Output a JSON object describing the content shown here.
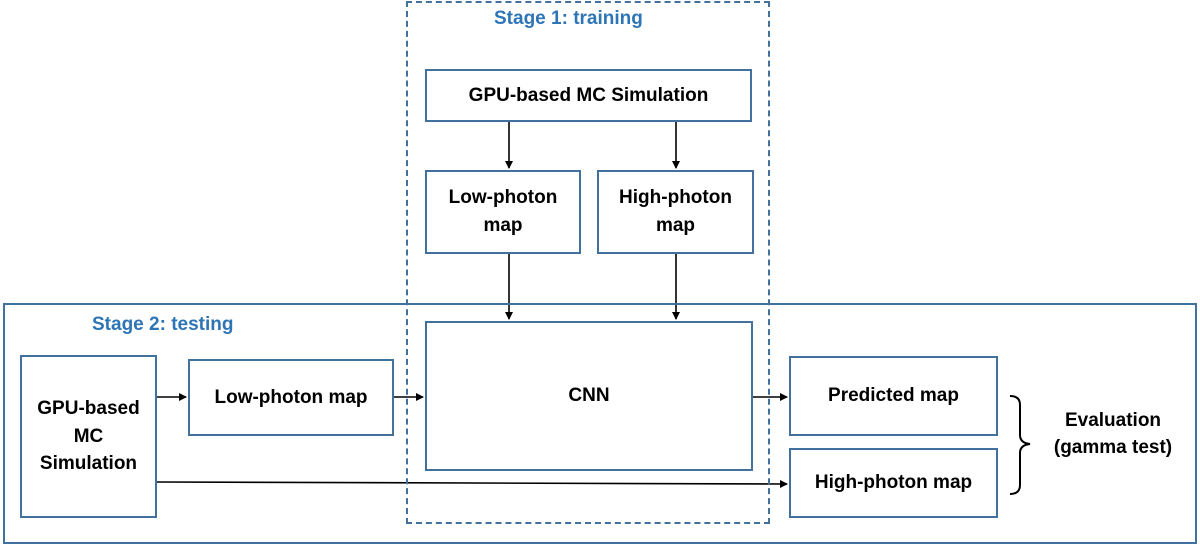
{
  "stages": {
    "training_label": "Stage 1: training",
    "testing_label": "Stage 2: testing"
  },
  "nodes": {
    "gpu_sim_training": "GPU-based MC Simulation",
    "low_photon_training": "Low-photon\nmap",
    "high_photon_training": "High-photon\nmap",
    "cnn": "CNN",
    "gpu_sim_testing": "GPU-based\nMC\nSimulation",
    "low_photon_testing": "Low-photon map",
    "predicted": "Predicted map",
    "high_photon_testing": "High-photon map"
  },
  "evaluation": "Evaluation\n(gamma test)",
  "colors": {
    "box_border": "#41719c",
    "stage_label": "#2e75b6",
    "arrow": "#000000"
  }
}
